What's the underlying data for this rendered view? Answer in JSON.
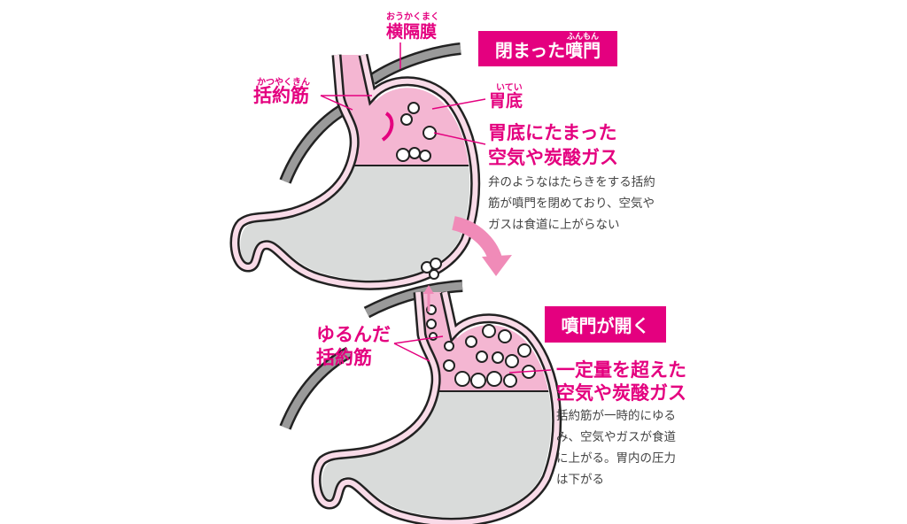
{
  "colors": {
    "accent": "#e4007f",
    "pink_fill": "#f4b6d2",
    "gray_fill": "#d9dbda",
    "diaphragm": "#9a9a9a"
  },
  "top": {
    "diaphragm_ruby": "おうかくまく",
    "diaphragm_label": "横隔膜",
    "title_ruby": "ふんもん",
    "title": "閉まった噴門",
    "sphincter_ruby": "かつやくきん",
    "sphincter_label": "括約筋",
    "fundus_ruby": "いてい",
    "fundus_label": "胃底",
    "gas_label_1": "胃底にたまった",
    "gas_label_2": "空気や炭酸ガス",
    "desc": [
      "弁のようなはたらきをする括約",
      "筋が噴門を閉めており、空気や",
      "ガスは食道に上がらない"
    ]
  },
  "bottom": {
    "title": "噴門が開く",
    "sphincter_label_1": "ゆるんだ",
    "sphincter_label_2": "括約筋",
    "gas_label_1": "一定量を超えた",
    "gas_label_2": "空気や炭酸ガス",
    "desc": [
      "括約筋が一時的にゆる",
      "み、空気やガスが食道",
      "に上がる。胃内の圧力",
      "は下がる"
    ]
  }
}
